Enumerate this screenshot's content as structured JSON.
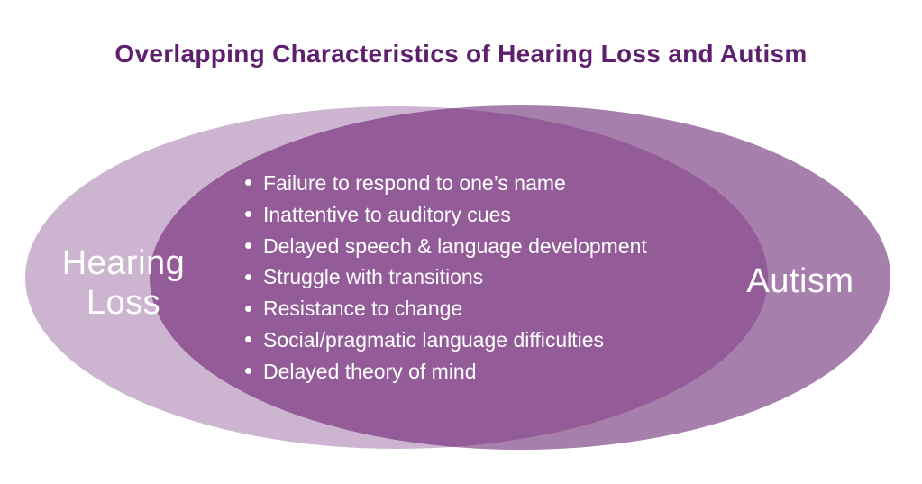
{
  "title": "Overlapping Characteristics of Hearing Loss and Autism",
  "sets": {
    "left": {
      "label_line1": "Hearing",
      "label_line2": "Loss",
      "color": "#cdb5d1"
    },
    "right": {
      "label": "Autism",
      "color": "#a77fad"
    },
    "overlap_color": "#935c98"
  },
  "overlap_items": [
    "Failure to respond to one’s name",
    "Inattentive to auditory cues",
    "Delayed speech & language development",
    "Struggle with transitions",
    "Resistance to change",
    "Social/pragmatic language difficulties",
    "Delayed theory of mind"
  ]
}
